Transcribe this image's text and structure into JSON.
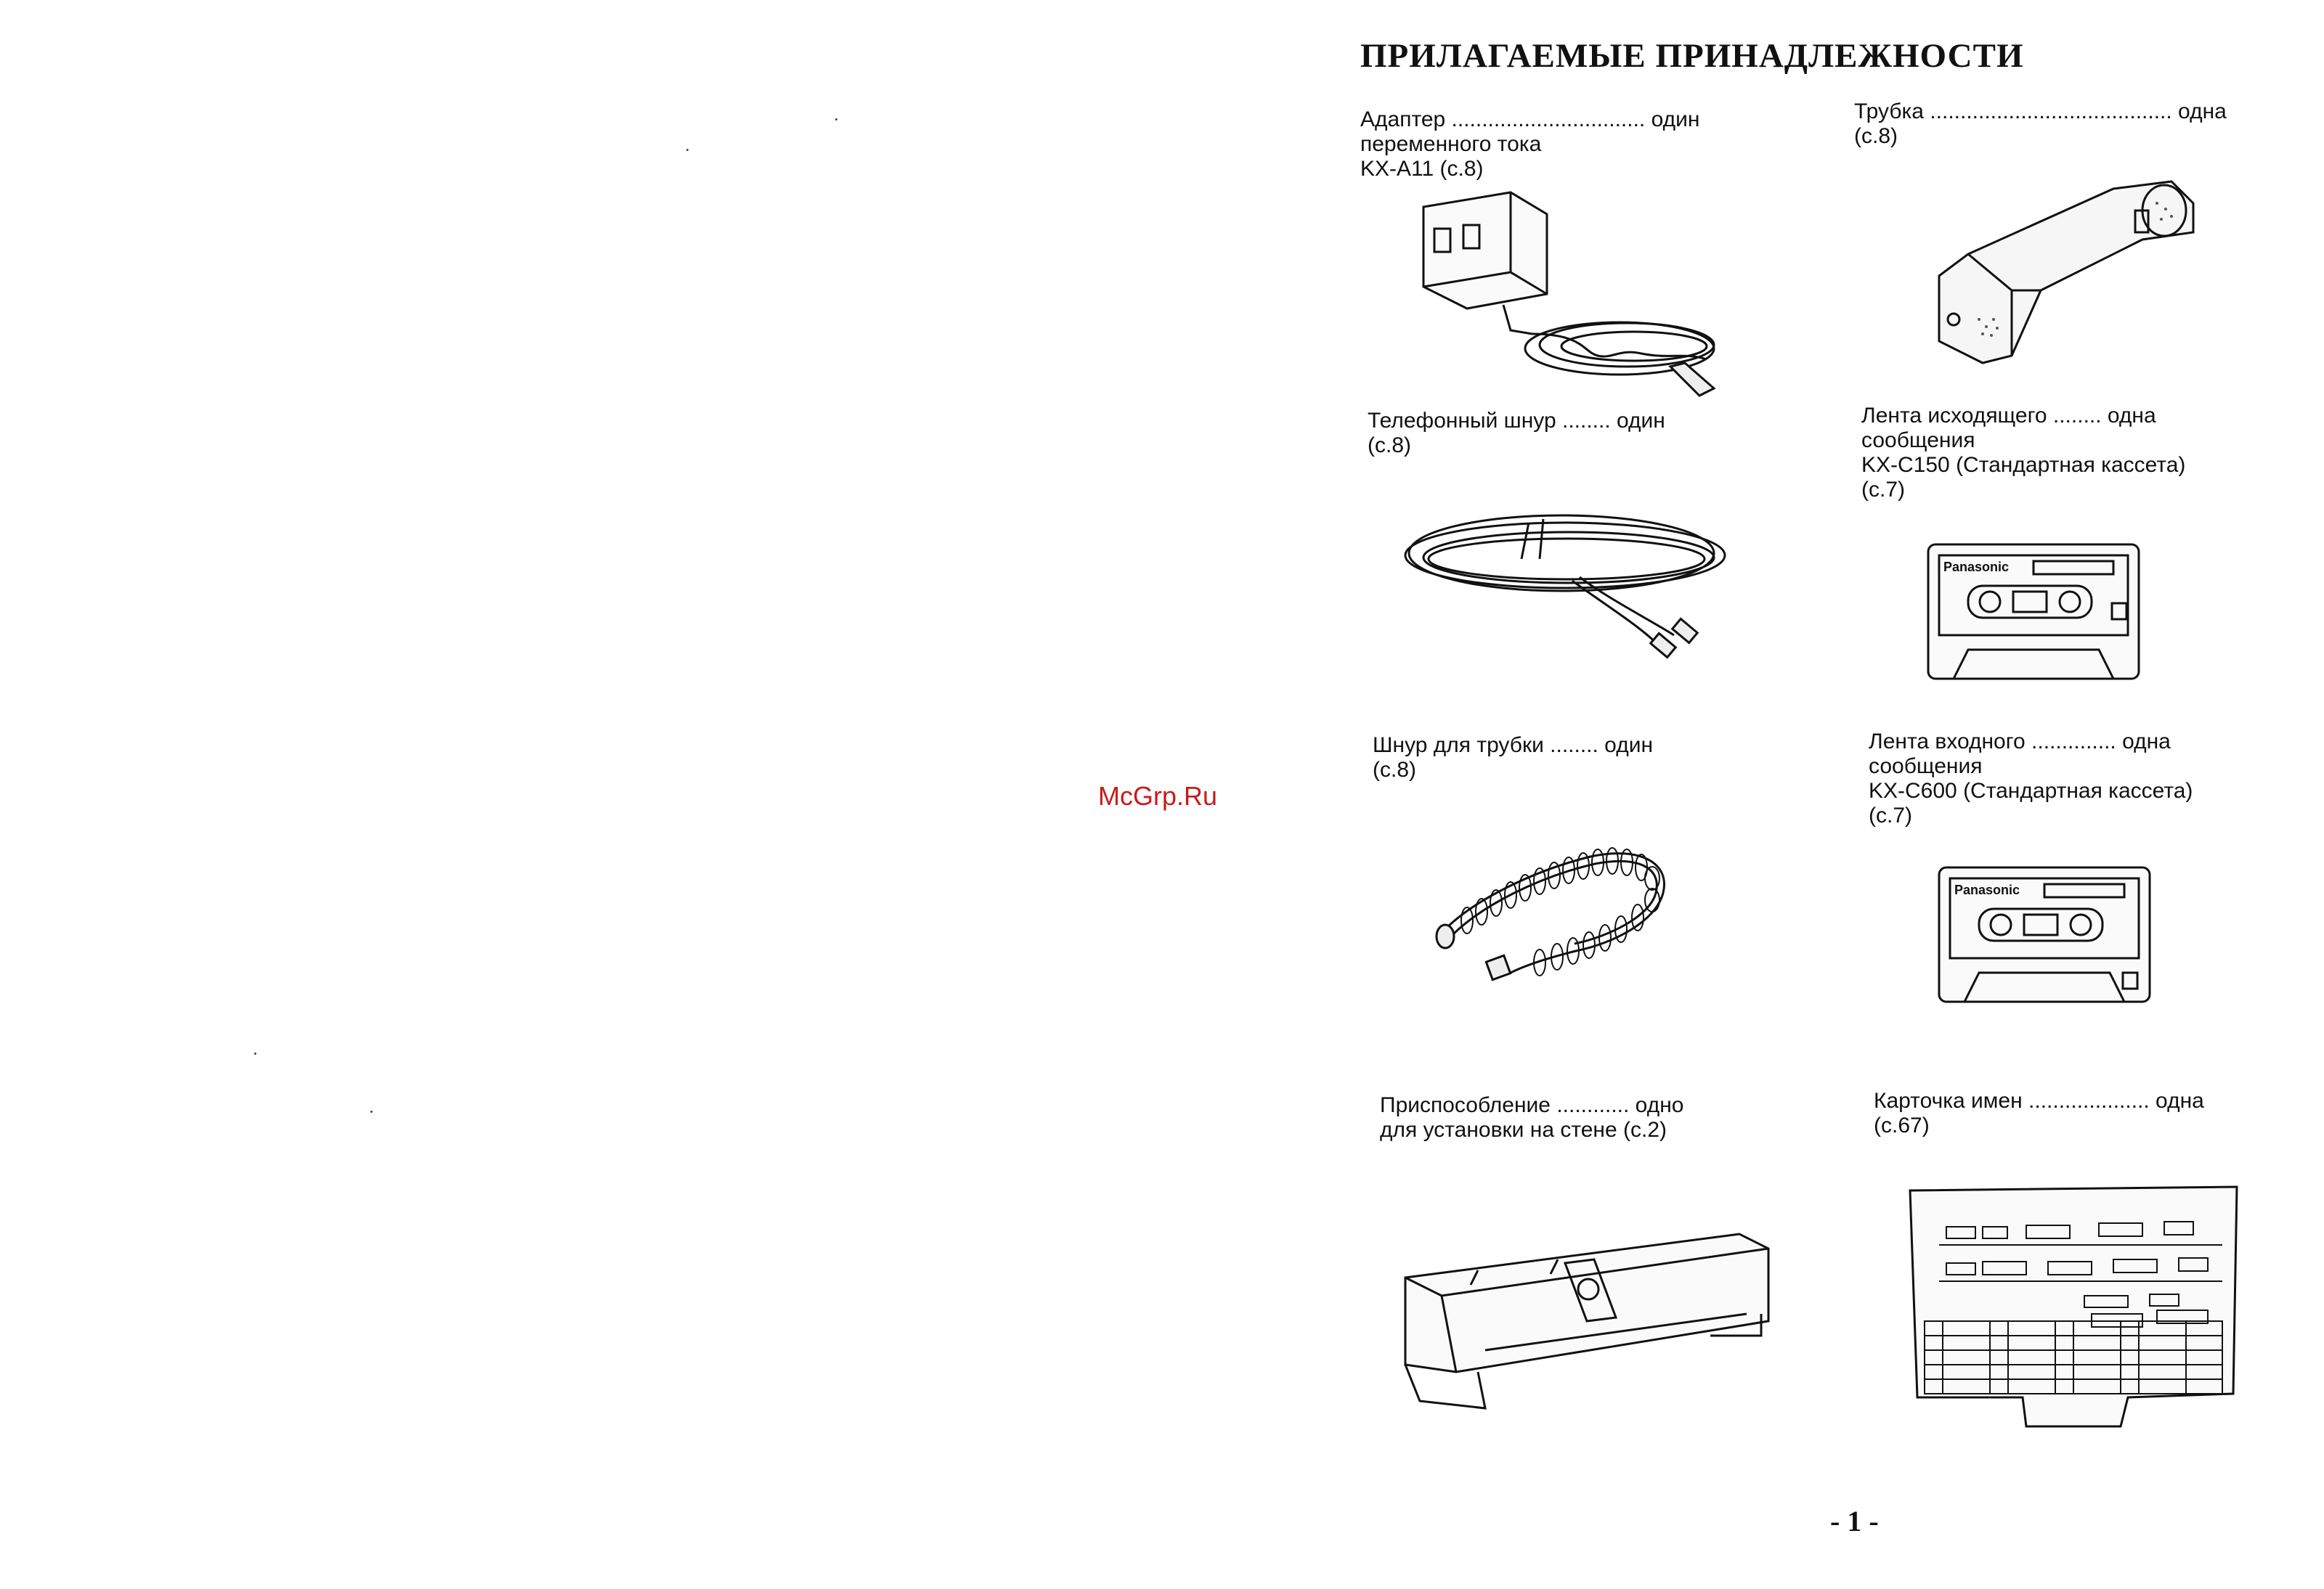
{
  "page": {
    "title": "ПРИЛАГАЕМЫЕ ПРИНАДЛЕЖНОСТИ",
    "watermark": "McGrp.Ru",
    "page_number": "- 1 -"
  },
  "items": [
    {
      "lines": [
        "Адаптер ................................ один",
        "переменного тока",
        "KX-A11 (с.8)"
      ],
      "icon": "ac-adapter-icon"
    },
    {
      "lines": [
        "Трубка ........................................ одна",
        "(с.8)"
      ],
      "icon": "handset-icon"
    },
    {
      "lines": [
        "Телефонный шнур ........ один",
        "(с.8)"
      ],
      "icon": "telephone-cord-icon"
    },
    {
      "lines": [
        "Лента исходящего ........ одна",
        "сообщения",
        "KX-C150 (Стандартная кассета)",
        "(с.7)"
      ],
      "icon": "outgoing-cassette-icon",
      "brand": "Panasonic"
    },
    {
      "lines": [
        "Шнур для трубки ........ один",
        "(с.8)"
      ],
      "icon": "coiled-handset-cord-icon"
    },
    {
      "lines": [
        "Лента входного .............. одна",
        "сообщения",
        "KX-C600 (Стандартная кассета)",
        "(с.7)"
      ],
      "icon": "incoming-cassette-icon",
      "brand": "Panasonic"
    },
    {
      "lines": [
        "Приспособление ............ одно",
        "для установки на стене (с.2)"
      ],
      "icon": "wall-mount-bracket-icon"
    },
    {
      "lines": [
        "Карточка имен .................... одна",
        "(с.67)"
      ],
      "icon": "name-card-icon"
    }
  ]
}
